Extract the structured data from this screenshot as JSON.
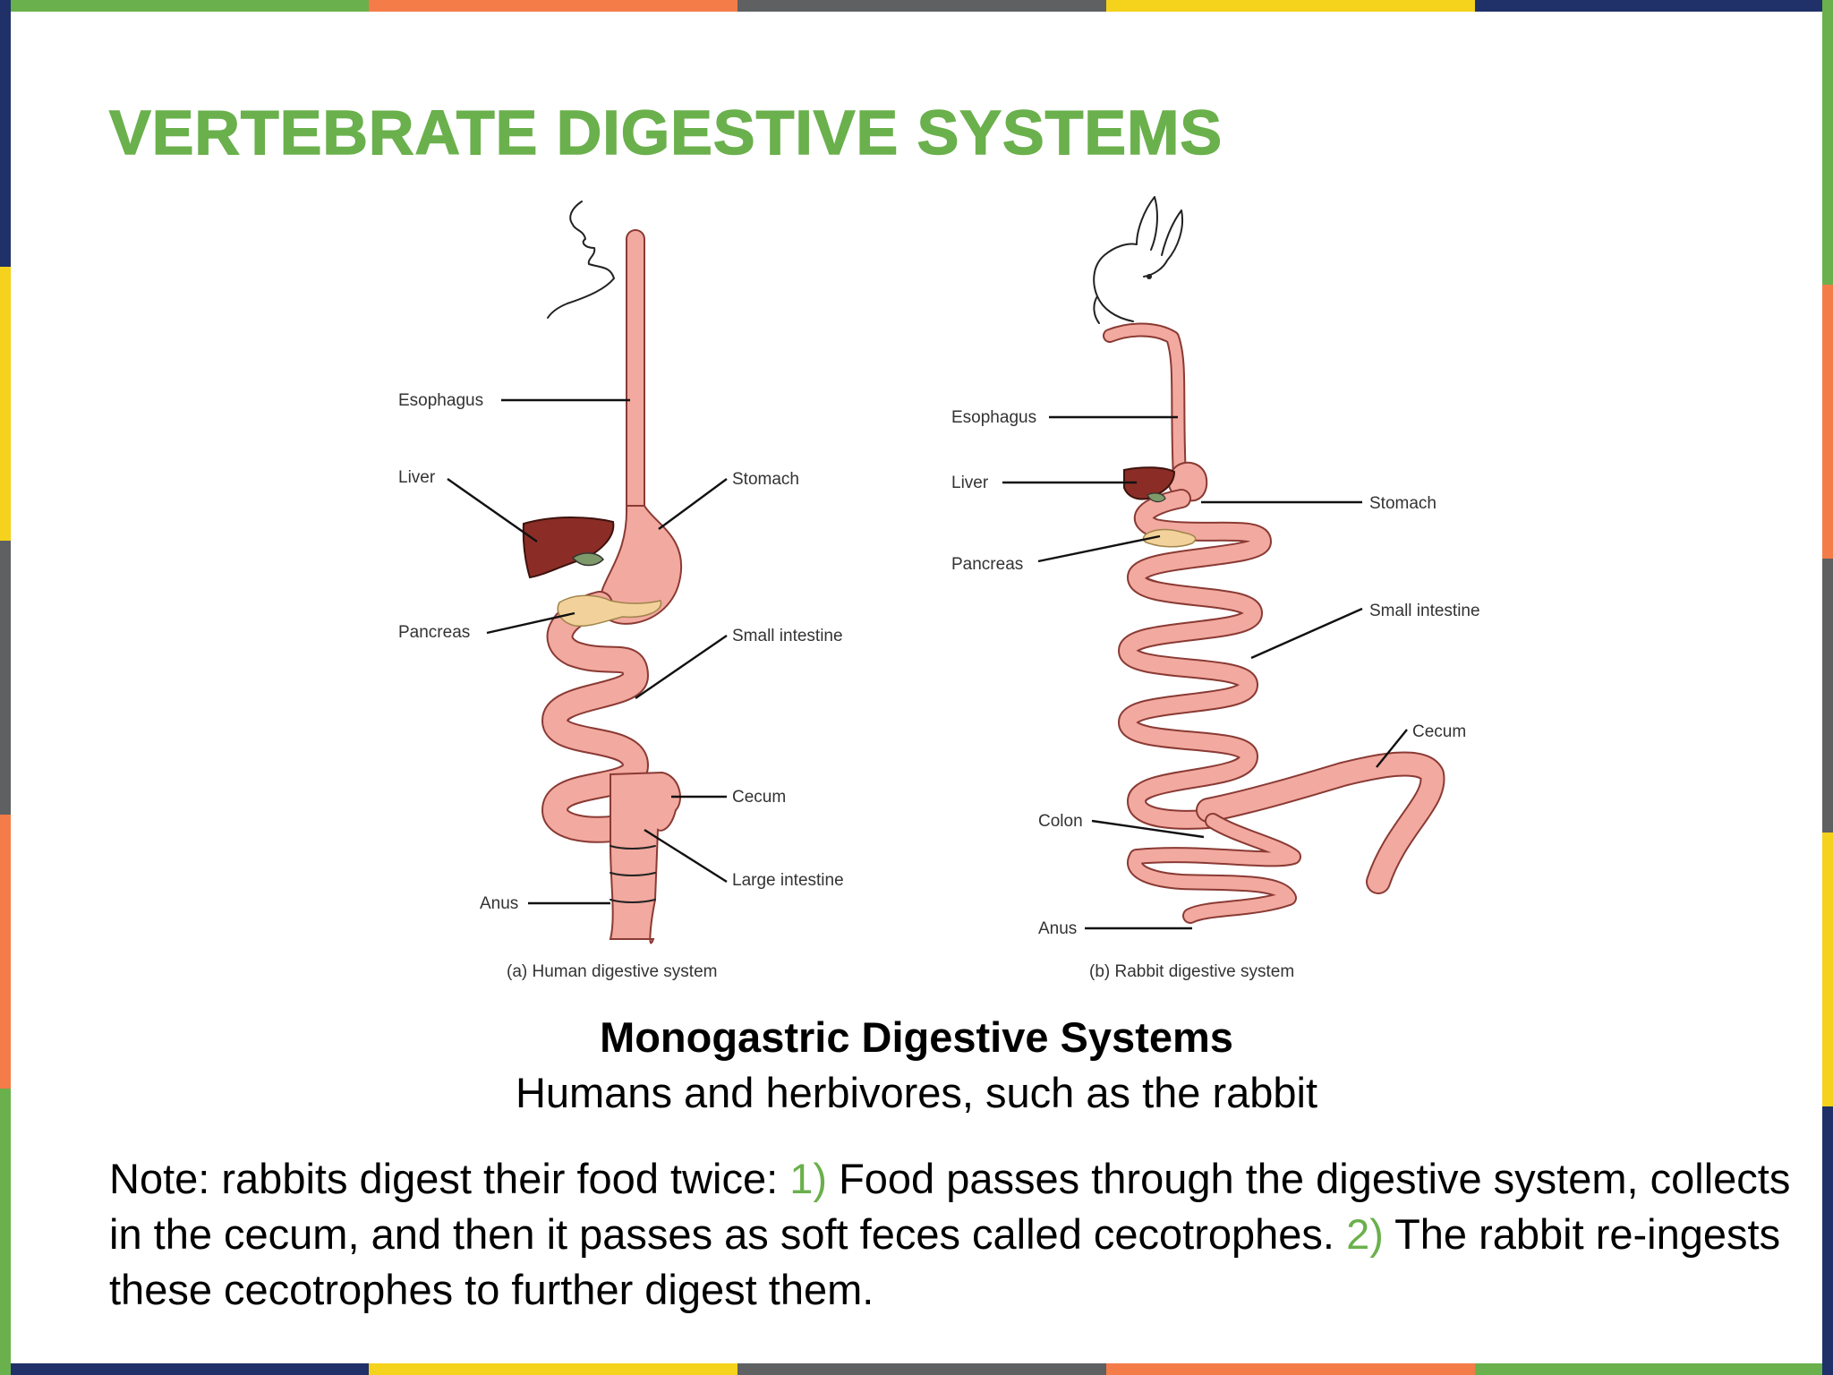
{
  "slide": {
    "title": "VERTEBRATE DIGESTIVE SYSTEMS",
    "accent_color": "#6ab04c",
    "frame_colors": [
      "#6ab04c",
      "#f47c48",
      "#5f6062",
      "#f5d21b",
      "#1f3168"
    ]
  },
  "figure": {
    "human": {
      "caption": "(a) Human digestive system",
      "labels": {
        "esophagus": "Esophagus",
        "liver": "Liver",
        "stomach": "Stomach",
        "pancreas": "Pancreas",
        "small_intestine": "Small intestine",
        "cecum": "Cecum",
        "large_intestine": "Large intestine",
        "anus": "Anus"
      }
    },
    "rabbit": {
      "caption": "(b) Rabbit digestive system",
      "labels": {
        "esophagus": "Esophagus",
        "liver": "Liver",
        "stomach": "Stomach",
        "pancreas": "Pancreas",
        "small_intestine": "Small intestine",
        "cecum": "Cecum",
        "colon": "Colon",
        "anus": "Anus"
      }
    },
    "organ_colors": {
      "gut": "#f2a99f",
      "gut_outline": "#8a3a34",
      "liver": "#8b2d26",
      "pancreas": "#f2d29a",
      "gallbladder": "#7f9a6a"
    }
  },
  "caption": {
    "heading": "Monogastric Digestive Systems",
    "subtext": "Humans and herbivores, such as the rabbit"
  },
  "note": {
    "part1": "Note: rabbits digest their food twice: ",
    "num1": "1)",
    "part2": " Food passes through the digestive system, collects in the cecum, and then it passes as soft feces called cecotrophes. ",
    "num2": "2)",
    "part3": " The rabbit re-ingests these cecotrophes to further digest them."
  }
}
